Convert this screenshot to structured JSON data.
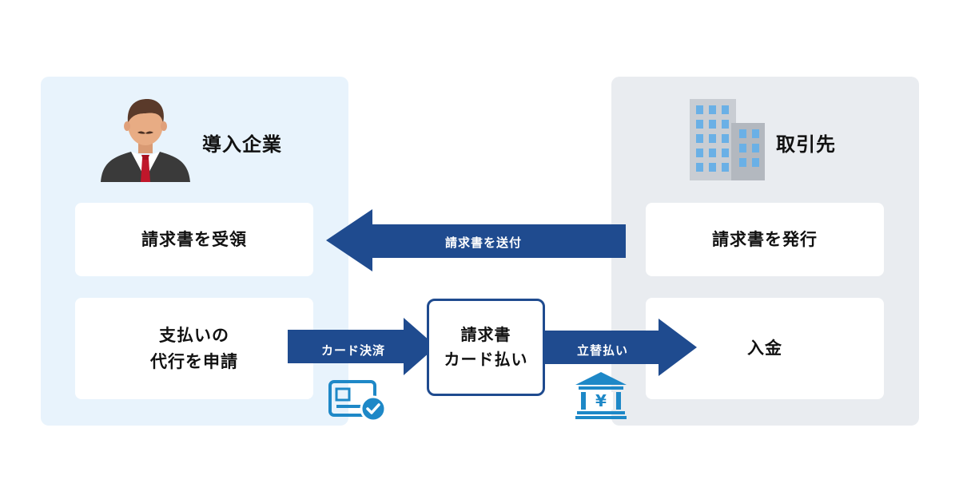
{
  "left": {
    "heading": "導入企業",
    "box_receive": "請求書を受領",
    "box_apply_line1": "支払いの",
    "box_apply_line2": "代行を申請"
  },
  "right": {
    "heading": "取引先",
    "box_issue": "請求書を発行",
    "box_deposit": "入金"
  },
  "arrows": {
    "send_invoice": "請求書を送付",
    "card_settlement": "カード決済",
    "advance_payment": "立替払い"
  },
  "center": {
    "line1": "請求書",
    "line2": "カード払い"
  },
  "icons": {
    "person": "businessman-icon",
    "building": "office-building-icon",
    "card": "card-check-icon",
    "bank": "bank-yen-icon",
    "yen_symbol": "¥"
  },
  "colors": {
    "arrow": "#1f4b8f",
    "panel_left": "#e8f3fc",
    "panel_right": "#e9ecf0",
    "icon_blue": "#1e88c7"
  }
}
